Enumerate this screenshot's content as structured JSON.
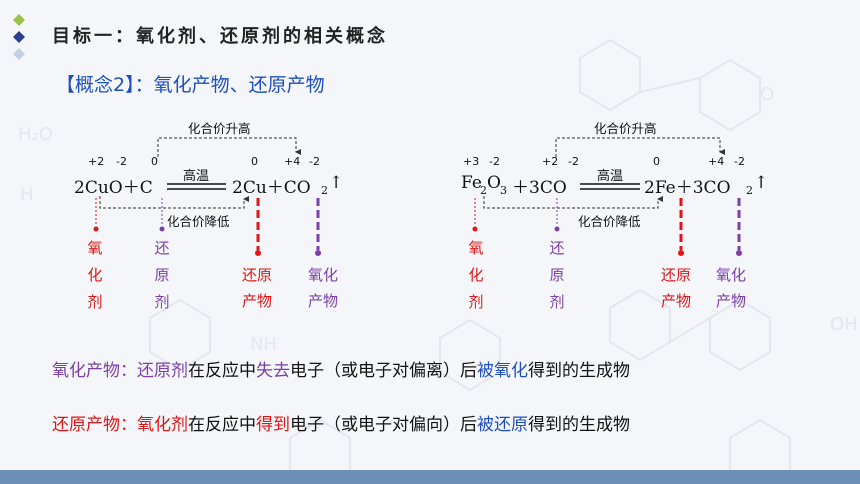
{
  "title": "目标一：氧化剂、还原剂的相关概念",
  "concept": {
    "bracket": "【概念2】",
    "colon": "：",
    "text": "氧化产物、还原产物"
  },
  "eq1": {
    "formula": "2CuO＋C",
    "arrow_label": "高温",
    "products": "2Cu＋CO",
    "sub2": "2",
    "up_arrow": "↑",
    "states": [
      "+2",
      "-2",
      "0",
      "0",
      "+4",
      "-2"
    ],
    "rise_label": "化合价升高",
    "fall_label": "化合价降低",
    "oxidant": [
      "氧",
      "化",
      "剂"
    ],
    "reductant": [
      "还",
      "原",
      "剂"
    ],
    "reduction_product": [
      "还原",
      "产物"
    ],
    "oxidation_product": [
      "氧化",
      "产物"
    ]
  },
  "eq2": {
    "fe": "Fe",
    "sub2": "2",
    "o": "O",
    "sub3": "3",
    "reactant2": "＋3CO",
    "arrow_label": "高温",
    "products": "2Fe＋3CO",
    "sub2b": "2",
    "up_arrow": "↑",
    "states": [
      "+3",
      "-2",
      "+2",
      "-2",
      "0",
      "+4",
      "-2"
    ],
    "rise_label": "化合价升高",
    "fall_label": "化合价降低",
    "oxidant": [
      "氧",
      "化",
      "剂"
    ],
    "reductant": [
      "还",
      "原",
      "剂"
    ],
    "reduction_product": [
      "还原",
      "产物"
    ],
    "oxidation_product": [
      "氧化",
      "产物"
    ]
  },
  "def1": {
    "term": "氧化产物",
    "colon": "：",
    "agent": "还原剂",
    "mid1": "在反应中",
    "action": "失去",
    "mid2": "电子（或电子对偏离）后",
    "process": "被氧化",
    "end": "得到的生成物"
  },
  "def2": {
    "term": "还原产物",
    "colon": "：",
    "agent": "氧化剂",
    "mid1": "在反应中",
    "action": "得到",
    "mid2": "电子（或电子对偏向）后",
    "process": "被还原",
    "end": "得到的生成物"
  },
  "colors": {
    "red": "#e01515",
    "purple": "#7b3fa6",
    "blue": "#1d4fbf",
    "bar": "#6b8fb8"
  }
}
